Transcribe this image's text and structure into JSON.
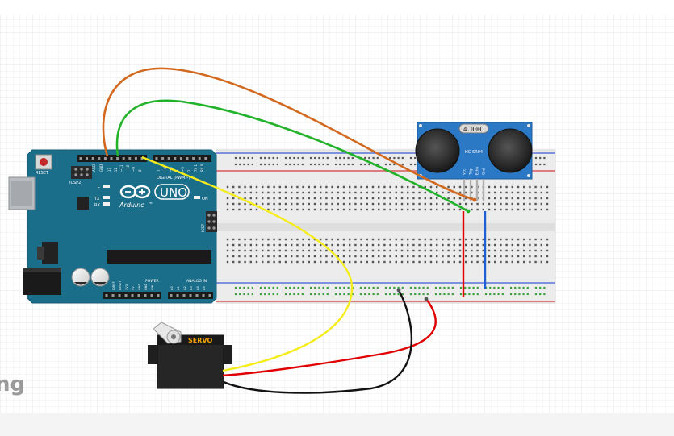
{
  "arduino": {
    "reset_label": "RESET",
    "icsp2_label": "ICSP2",
    "aref_label": "AREF",
    "gnd_label": "GND",
    "pin_labels": [
      "13",
      "12",
      "~11",
      "~10",
      "~9",
      "8",
      "7",
      "~6",
      "~5",
      "4",
      "~3",
      "2",
      "TX 1",
      "RX 0"
    ],
    "digital_label": "DIGITAL (PWM~)",
    "led_l": "L",
    "led_tx": "TX",
    "led_rx": "RX",
    "on_label": "ON",
    "logo_text": "UNO",
    "brand": "Arduino",
    "tm": "TM",
    "icsp_label": "ICSP",
    "power_label": "POWER",
    "analog_label": "ANALOG IN",
    "power_pins": [
      "IOREF",
      "RESET",
      "3V3",
      "5V",
      "GND",
      "GND",
      "VIN"
    ],
    "analog_pins": [
      "A0",
      "A1",
      "A2",
      "A3",
      "A4",
      "A5"
    ]
  },
  "sensor": {
    "crystal_label": "4.000",
    "model": "HC-SR04",
    "pins": [
      "Vcc",
      "Trig",
      "Echo",
      "Gnd"
    ]
  },
  "servo": {
    "label": "SERVO"
  },
  "watermark": "ng",
  "colors": {
    "board": "#1b6e8a",
    "sensor": "#2b78c4",
    "wire_orange": "#d2691e",
    "wire_green": "#22b22a",
    "wire_yellow": "#f5ec1c",
    "wire_red": "#e00000",
    "wire_black": "#111111",
    "wire_blue": "#1f5fd1"
  }
}
